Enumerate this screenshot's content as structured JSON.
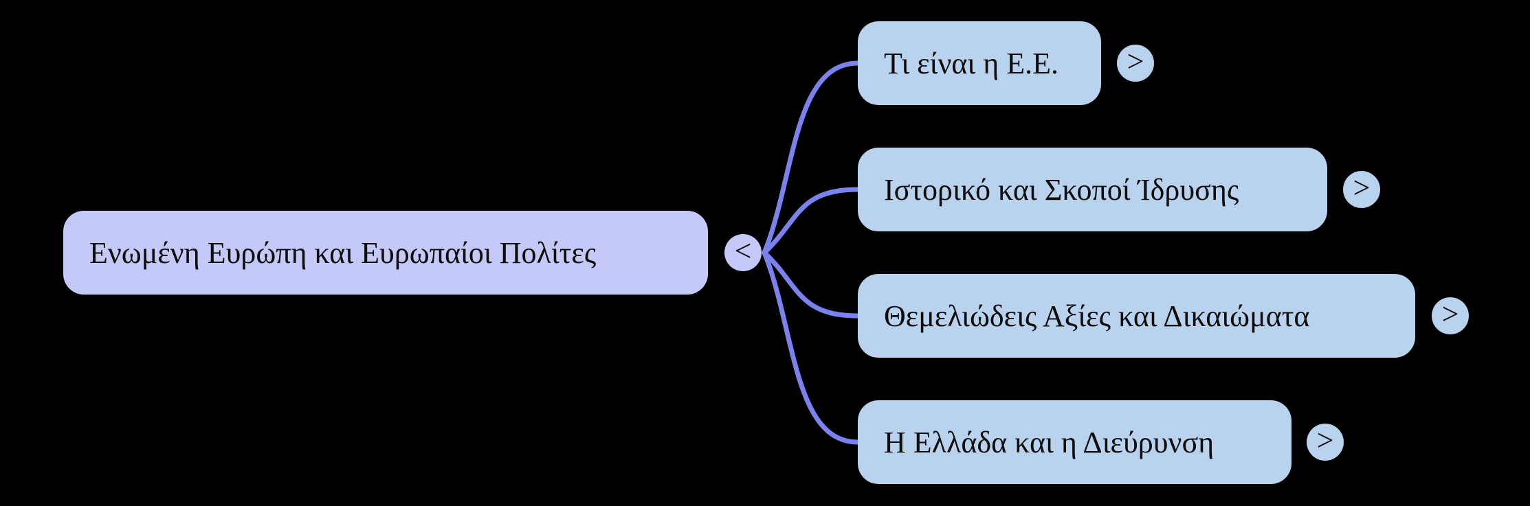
{
  "mindmap": {
    "root": {
      "label": "Ενωμένη Ευρώπη και Ευρωπαίοι Πολίτες",
      "collapse_glyph": "<"
    },
    "children": [
      {
        "label": "Τι είναι η Ε.Ε.",
        "expand_glyph": ">"
      },
      {
        "label": "Ιστορικό και Σκοποί Ίδρυσης",
        "expand_glyph": ">"
      },
      {
        "label": "Θεμελιώδεις Αξίες και Δικαιώματα",
        "expand_glyph": ">"
      },
      {
        "label": "Η Ελλάδα και η Διεύρυνση",
        "expand_glyph": ">"
      }
    ]
  },
  "colors": {
    "background": "#000000",
    "root_node_fill": "#c5c9f7",
    "child_node_fill": "#b9d2ed",
    "connector": "#7b82ee",
    "node_text": "#0d0d0d"
  }
}
